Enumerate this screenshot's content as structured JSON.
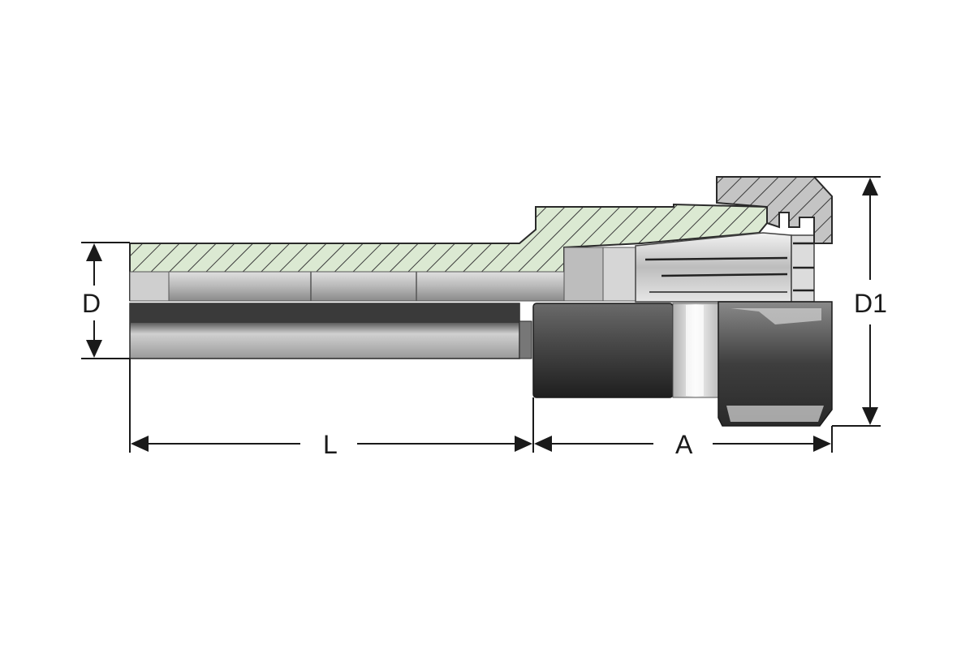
{
  "dimensions": {
    "D": "D",
    "D1": "D1",
    "L": "L",
    "A": "A"
  },
  "colors": {
    "section_fill": "#dbe9d2",
    "section_hatch": "#3a3a3a",
    "nut_section_fill": "#bfbfbf",
    "dark_metal": "#2a2a2a",
    "mid_metal": "#7a7a7a",
    "light_metal": "#d9d9d9",
    "dimension_line": "#1a1a1a"
  }
}
